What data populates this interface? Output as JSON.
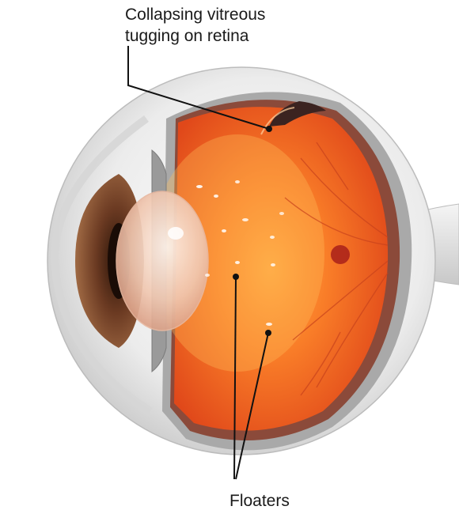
{
  "labels": {
    "vitreous_line1": "Collapsing vitreous",
    "vitreous_line2": "tugging on retina",
    "floaters": "Floaters"
  },
  "colors": {
    "retina": "#f2601c",
    "vitreous_glow": "#ffb04a",
    "sclera": "#e6e6e6",
    "iris": "#6b3a22",
    "lens": "#f4dccc",
    "leader": "#111111"
  }
}
